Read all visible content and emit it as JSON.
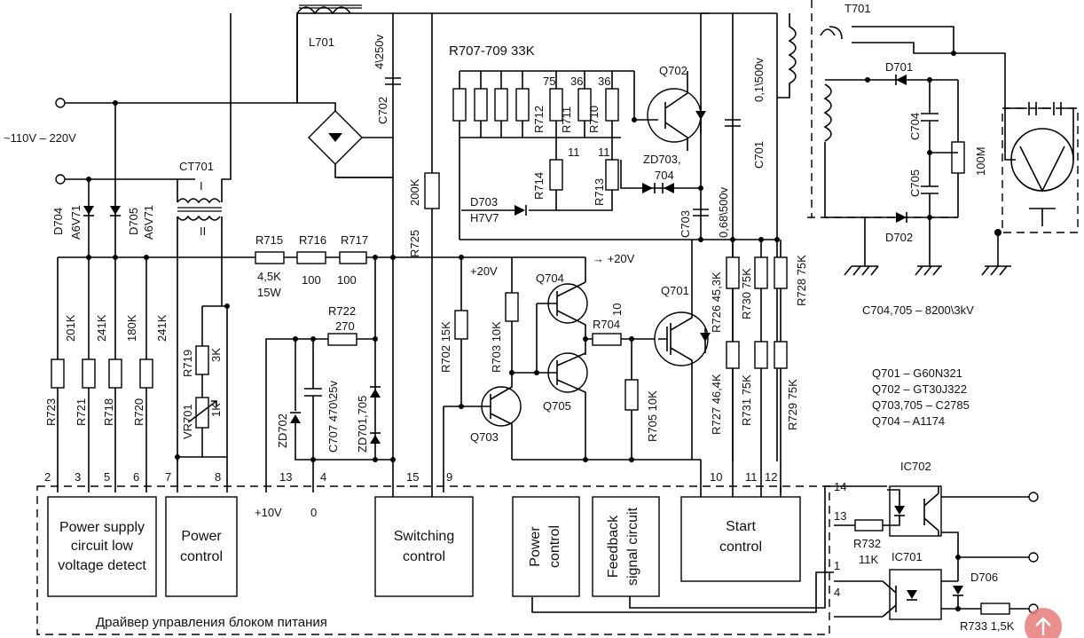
{
  "input": {
    "voltage": "~110V – 220V"
  },
  "inductor": {
    "ref": "L701"
  },
  "transformer_ct": {
    "ref": "CT701",
    "primary": "I",
    "secondary": "II"
  },
  "transformer_t": {
    "ref": "T701"
  },
  "capacitors": {
    "c702": "C702",
    "c702_val": "4\\250v",
    "c701": "C701",
    "c701_val": "0,1\\500v",
    "c703": "C703",
    "c703_val": "0,68\\500v",
    "c704": "C704",
    "c705": "C705",
    "c707": "C707 470\\25v",
    "c704_705_val": "C704,705 – 8200\\3kV"
  },
  "resistors": {
    "r707_709": "R707-709  33K",
    "r712": "R712",
    "r712_val": "75",
    "r711": "R711",
    "r711_val": "36",
    "r710": "R710",
    "r710_val": "36",
    "r714": "R714",
    "r714_val": "11",
    "r713": "R713",
    "r713_val": "11",
    "r725": "R725",
    "r725_val": "200K",
    "r715": "R715",
    "r715_val": "4,5K",
    "r715_w": "15W",
    "r716": "R716",
    "r716_val": "100",
    "r717": "R717",
    "r717_val": "100",
    "r722": "R722",
    "r722_val": "270",
    "r723": "R723",
    "r723_val": "201K",
    "r721": "R721",
    "r721_val": "241K",
    "r718": "R718",
    "r718_val": "180K",
    "r720": "R720",
    "r720_val": "241K",
    "r719": "R719",
    "r719_val": "3K",
    "vr701": "VR701",
    "vr701_val": "1K",
    "r702": "R702 15K",
    "r703": "R703 10K",
    "r704": "R704",
    "r704_val": "10",
    "r705": "R705 10K",
    "r726": "R726 45,3K",
    "r727": "R727 46,4K",
    "r730": "R730 75K",
    "r731": "R731 75K",
    "r728": "R728 75K",
    "r729": "R729 75K",
    "r732": "R732",
    "r732_val": "11K",
    "r733": "R733 1,5K",
    "r100m": "100M"
  },
  "diodes": {
    "d704": "D704",
    "d704_val": "A6V71",
    "d705": "D705",
    "d705_val": "A6V71",
    "d703": "D703",
    "d703_val": "H7V7",
    "zd703": "ZD703,",
    "zd704": "704",
    "zd702": "ZD702",
    "zd701": "ZD701,705",
    "d701": "D701",
    "d702": "D702",
    "d706": "D706"
  },
  "transistors": {
    "q702": "Q702",
    "q701": "Q701",
    "q704": "Q704",
    "q705": "Q705",
    "q703": "Q703",
    "list": [
      "Q701 – G60N321",
      "Q702 – GT30J322",
      "Q703,705 – C2785",
      "Q704 – A1174"
    ]
  },
  "rails": {
    "p20a": "+20V",
    "p20b": "→ +20V",
    "p10": "+10V",
    "zero": "0"
  },
  "ics": {
    "ic702": "IC702",
    "ic701": "IC701"
  },
  "pins": [
    "2",
    "3",
    "5",
    "6",
    "7",
    "8",
    "13",
    "4",
    "15",
    "9",
    "10",
    "11",
    "12",
    "14",
    "13",
    "1",
    "4"
  ],
  "blocks": {
    "psu": [
      "Power supply",
      "circuit low",
      "voltage detect"
    ],
    "power_control": [
      "Power",
      "control"
    ],
    "switching": [
      "Switching",
      "control"
    ],
    "power_control_v": [
      "Power",
      "control"
    ],
    "feedback": [
      "Feedback",
      "signal circuit"
    ],
    "start": [
      "Start",
      "control"
    ]
  },
  "footer": "Драйвер управления блоком питания"
}
